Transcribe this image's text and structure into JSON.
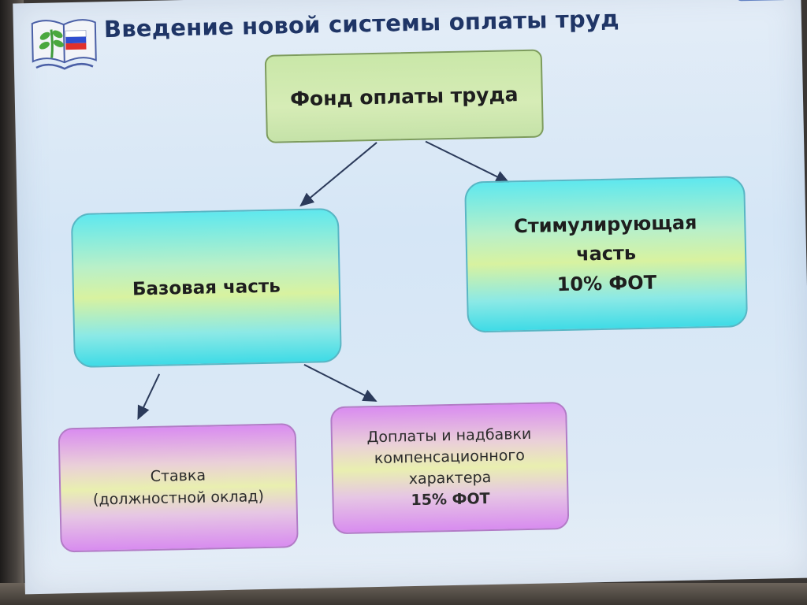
{
  "slide": {
    "title": "Введение новой системы оплаты труд"
  },
  "boxes": {
    "fund": "Фонд оплаты труда",
    "base": "Базовая часть",
    "stim_line1": "Стимулирующая",
    "stim_line2": "часть",
    "stim_line3": "10% ФОТ",
    "stavka_line1": "Ставка",
    "stavka_line2": "(должностной оклад)",
    "dopl_line1": "Доплаты и надбавки",
    "dopl_line2": "компенсационного",
    "dopl_line3": "характера",
    "dopl_line4": "15% ФОТ"
  },
  "icons": {
    "logo": "open-book-logo-icon"
  },
  "colors": {
    "title": "#1f3566",
    "fund_box": "#cfe9b0",
    "main_boxes": "#7fe6ea",
    "sub_boxes": "#de9cf0"
  }
}
